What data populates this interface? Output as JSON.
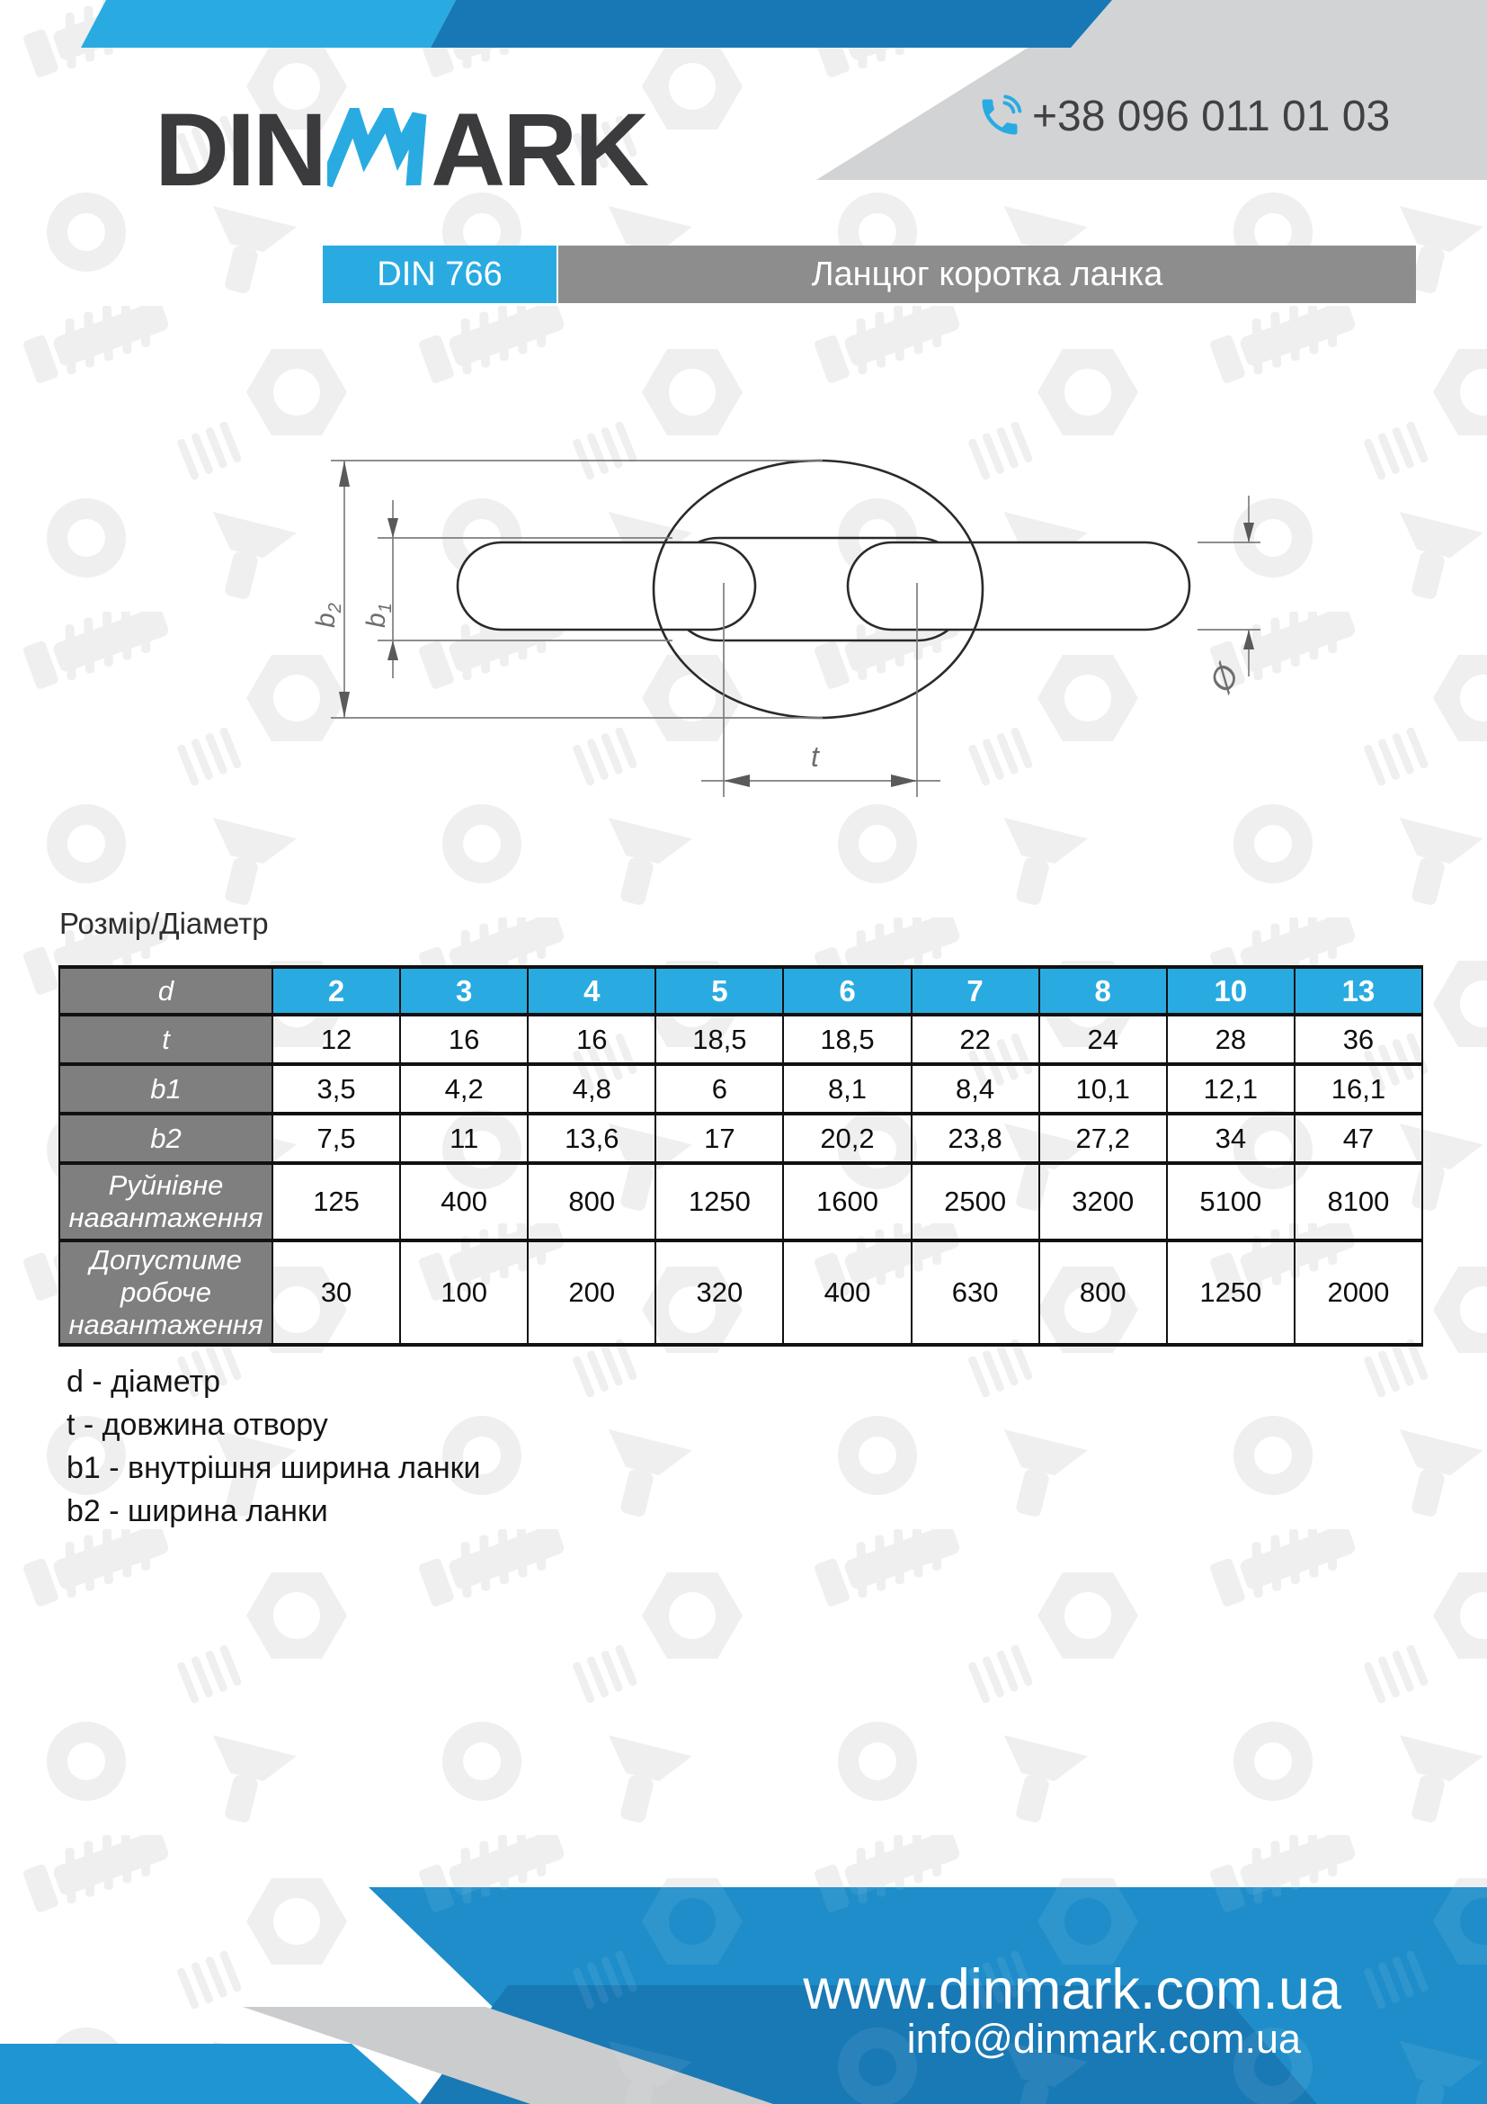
{
  "colors": {
    "accent_blue": "#29ABE2",
    "dark_blue": "#1878B6",
    "band_gray": "#D2D3D5",
    "banner_gray": "#8D8D8D",
    "table_label_gray": "#7F7F7F",
    "footer_blue": "#1E8DC9",
    "footer_dark_blue": "#1979B5",
    "footer_strip_blue": "#2095D4",
    "footer_gray": "#CBCCCE",
    "text_dark": "#3B3B3D"
  },
  "header": {
    "logo_prefix": "DIN",
    "logo_accent": "m",
    "logo_suffix": "ARK",
    "phone": "+38 096 011 01 03"
  },
  "banner": {
    "code": "DIN 766",
    "title": "Ланцюг коротка ланка"
  },
  "drawing": {
    "labels": {
      "b2_base": "b",
      "b2_sub": "2",
      "b1_base": "b",
      "b1_sub": "1",
      "t": "t",
      "diameter": "Ø"
    }
  },
  "table": {
    "caption": "Розмір/Діаметр",
    "header_row": {
      "label": "d",
      "values": [
        "2",
        "3",
        "4",
        "5",
        "6",
        "7",
        "8",
        "10",
        "13"
      ]
    },
    "rows": [
      {
        "label": "t",
        "values": [
          "12",
          "16",
          "16",
          "18,5",
          "18,5",
          "22",
          "24",
          "28",
          "36"
        ]
      },
      {
        "label": "b1",
        "values": [
          "3,5",
          "4,2",
          "4,8",
          "6",
          "8,1",
          "8,4",
          "10,1",
          "12,1",
          "16,1"
        ]
      },
      {
        "label": "b2",
        "values": [
          "7,5",
          "11",
          "13,6",
          "17",
          "20,2",
          "23,8",
          "27,2",
          "34",
          "47"
        ]
      },
      {
        "label": "Руйнівне навантаження",
        "values": [
          "125",
          "400",
          "800",
          "1250",
          "1600",
          "2500",
          "3200",
          "5100",
          "8100"
        ]
      },
      {
        "label": "Допустиме робоче навантаження",
        "values": [
          "30",
          "100",
          "200",
          "320",
          "400",
          "630",
          "800",
          "1250",
          "2000"
        ]
      }
    ]
  },
  "legend": [
    "d - діаметр",
    "t - довжина отвору",
    "b1 - внутрішня ширина ланки",
    "b2 - ширина ланки"
  ],
  "footer": {
    "website": "www.dinmark.com.ua",
    "email": "info@dinmark.com.ua"
  }
}
